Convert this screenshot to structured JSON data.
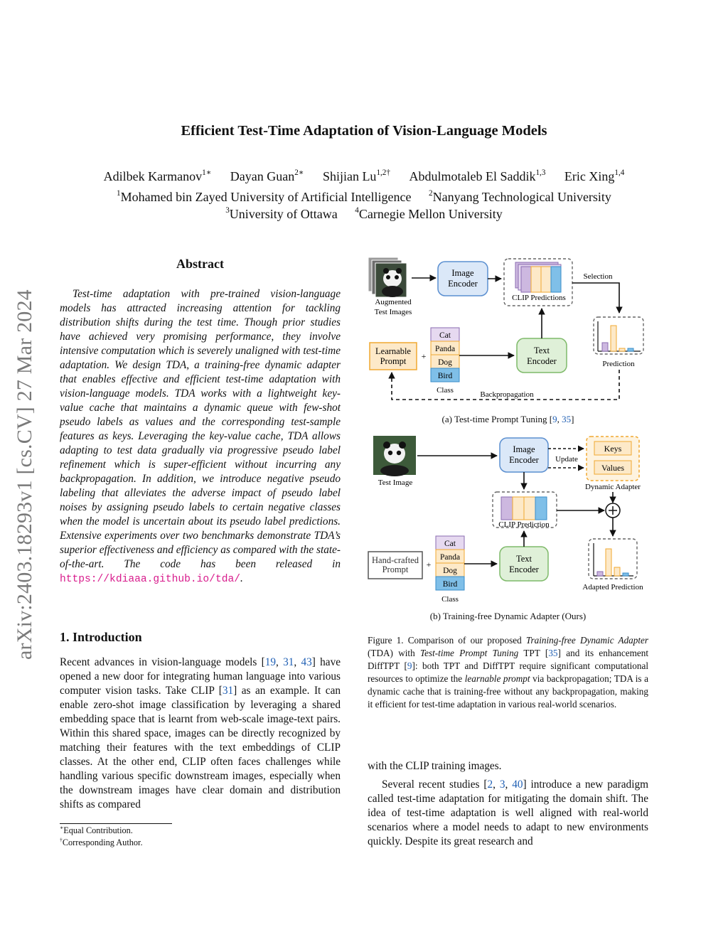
{
  "title": "Efficient Test-Time Adaptation of Vision-Language Models",
  "authors": [
    {
      "name": "Adilbek Karmanov",
      "sup": "1∗"
    },
    {
      "name": "Dayan Guan",
      "sup": "2∗"
    },
    {
      "name": "Shijian Lu",
      "sup": "1,2†"
    },
    {
      "name": "Abdulmotaleb El Saddik",
      "sup": "1,3"
    },
    {
      "name": "Eric Xing",
      "sup": "1,4"
    }
  ],
  "affiliations_line1": [
    {
      "sup": "1",
      "name": "Mohamed bin Zayed University of Artificial Intelligence"
    },
    {
      "sup": "2",
      "name": "Nanyang Technological University"
    }
  ],
  "affiliations_line2": [
    {
      "sup": "3",
      "name": "University of Ottawa"
    },
    {
      "sup": "4",
      "name": "Carnegie Mellon University"
    }
  ],
  "arxiv_id": "arXiv:2403.18293v1  [cs.CV]  27 Mar 2024",
  "abstract": {
    "heading": "Abstract",
    "text": "Test-time adaptation with pre-trained vision-language models has attracted increasing attention for tackling distribution shifts during the test time. Though prior studies have achieved very promising performance, they involve intensive computation which is severely unaligned with test-time adaptation. We design TDA, a training-free dynamic adapter that enables effective and efficient test-time adaptation with vision-language models. TDA works with a lightweight key-value cache that maintains a dynamic queue with few-shot pseudo labels as values and the corresponding test-sample features as keys. Leveraging the key-value cache, TDA allows adapting to test data gradually via progressive pseudo label refinement which is super-efficient without incurring any backpropagation. In addition, we introduce negative pseudo labeling that alleviates the adverse impact of pseudo label noises by assigning pseudo labels to certain negative classes when the model is uncertain about its pseudo label predictions. Extensive experiments over two benchmarks demonstrate TDA’s superior effectiveness and efficiency as compared with the state-of-the-art. The code has been released in",
    "link": "https://kdiaaa.github.io/tda/",
    "end": "."
  },
  "intro": {
    "heading": "1. Introduction",
    "p1_a": "Recent advances in vision-language models [",
    "c19": "19",
    "sep": ", ",
    "c31": "31",
    "c43": "43",
    "p1_b": "] have opened a new door for integrating human language into various computer vision tasks. Take CLIP [",
    "p1_c": "] as an example. It can enable zero-shot image classification by leveraging a shared embedding space that is learnt from web-scale image-text pairs. Within this shared space, images can be directly recognized by matching their features with the text embeddings of CLIP classes. At the other end, CLIP often faces challenges while handling various specific downstream images, especially when the downstream images have clear domain and distribution shifts as compared"
  },
  "footnotes": {
    "f1_sup": "∗",
    "f1": "Equal Contribution.",
    "f2_sup": "†",
    "f2": "Corresponding Author."
  },
  "figure": {
    "a": {
      "augmented": "Augmented",
      "test_images": "Test Images",
      "image_encoder_1": "Image",
      "image_encoder_2": "Encoder",
      "clip_predictions": "CLIP Predictions",
      "selection": "Selection",
      "learnable_1": "Learnable",
      "learnable_2": "Prompt",
      "plus": "+",
      "classes": [
        "Cat",
        "Panda",
        "Dog",
        "Bird"
      ],
      "class_label": "Class",
      "text_encoder_1": "Text",
      "text_encoder_2": "Encoder",
      "prediction": "Prediction",
      "backprop": "Backpropagation",
      "caption_a": "(a) Test-time Prompt Tuning [",
      "c9": "9",
      "c35": "35",
      "caption_end": "]"
    },
    "b": {
      "test_image": "Test Image",
      "image_encoder_1": "Image",
      "image_encoder_2": "Encoder",
      "update": "Update",
      "keys": "Keys",
      "values": "Values",
      "dynamic_adapter": "Dynamic Adapter",
      "clip_prediction": "CLIP Prediction",
      "hand_1": "Hand-crafted",
      "hand_2": "Prompt",
      "plus": "+",
      "classes": [
        "Cat",
        "Panda",
        "Dog",
        "Bird"
      ],
      "class_label": "Class",
      "text_encoder_1": "Text",
      "text_encoder_2": "Encoder",
      "adapted_prediction": "Adapted Prediction",
      "caption_b": "(b) Training-free Dynamic Adapter (Ours)"
    },
    "caption": {
      "lead": "Figure 1. Comparison of our proposed ",
      "tfda": "Training-free Dynamic Adapter",
      "t1": " (TDA) with ",
      "tpt": "Test-time Prompt Tuning",
      "t2": " TPT [",
      "c35": "35",
      "t3": "] and its enhancement DiffTPT [",
      "c9": "9",
      "t4": "]: both TPT and DiffTPT require significant computational resources to optimize the ",
      "lp": "learnable prompt",
      "t5": " via backpropagation; TDA is a dynamic cache that is training-free without any backpropagation, making it efficient for test-time adaptation in various real-world scenarios."
    }
  },
  "right_col": {
    "line1": "with the CLIP training images.",
    "p2_a": "Several recent studies [",
    "c2": "2",
    "c3": "3",
    "c40": "40",
    "p2_b": "] introduce a new paradigm called test-time adaptation for mitigating the domain shift. The idea of test-time adaptation is well aligned with real-world scenarios where a model needs to adapt to new environments quickly. Despite its great research and"
  },
  "colors": {
    "encoder_blue_fill": "#dbe8f8",
    "encoder_blue_stroke": "#5b8fd0",
    "green_fill": "#dff0d8",
    "green_stroke": "#7fba6a",
    "orange_fill": "#fde9c8",
    "orange_stroke": "#f0a830",
    "purple": "#cdb8e0",
    "blue_cell": "#7fbfe8",
    "citation": "#1f5fb4",
    "link": "#d81b8c"
  }
}
